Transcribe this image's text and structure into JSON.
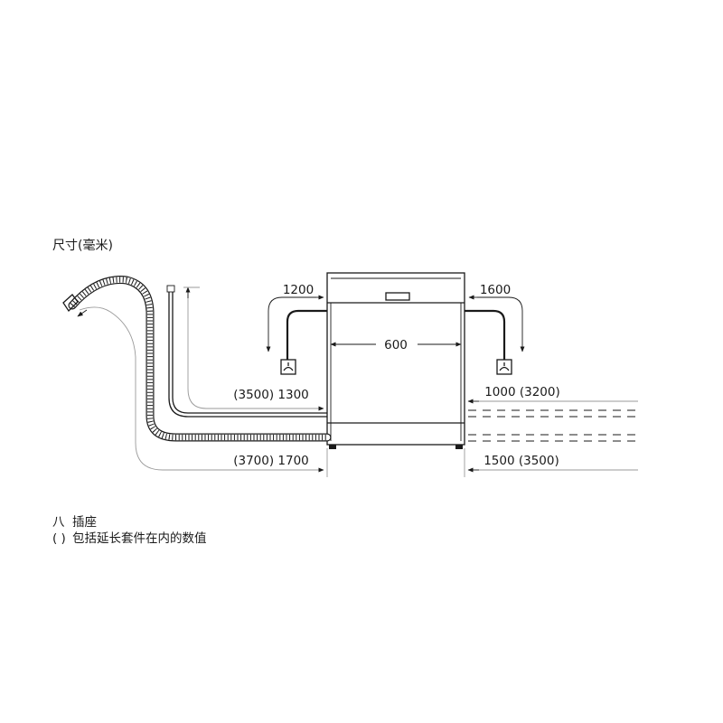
{
  "title": "尺寸(毫米)",
  "dimensions": {
    "width": "600",
    "left_socket_distance": "1200",
    "right_socket_distance": "1600",
    "left_inlet_hose": "(3500) 1300",
    "right_inlet_hose": "1000 (3200)",
    "left_drain_hose": "(3700) 1700",
    "right_drain_hose": "1500 (3500)"
  },
  "legend": {
    "socket_symbol": "⼋",
    "socket_label": "插座",
    "extension_symbol": "( )",
    "extension_label": "包括延长套件在内的数值"
  },
  "icons": {
    "socket": "power-socket-icon",
    "drain_hose": "corrugated-drain-hose",
    "inlet_hose": "water-inlet-hose"
  }
}
